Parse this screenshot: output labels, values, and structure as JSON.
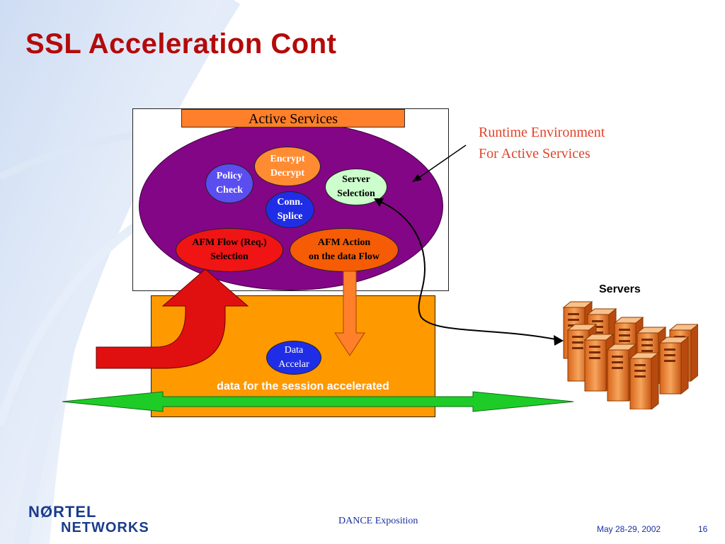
{
  "slide": {
    "title": "SSL Acceleration Cont"
  },
  "diagram": {
    "active_services_label": "Active Services",
    "bubbles": {
      "encrypt": "Encrypt\nDecrypt",
      "policy": "Policy\nCheck",
      "server_selection": "Server\nSelection",
      "conn_splice": "Conn.\nSplice",
      "afm_flow": "AFM Flow (Req.)\nSelection",
      "afm_action": "AFM Action\non the data Flow",
      "data_accel": "Data\nAccelar"
    },
    "session_text": "data for the session accelerated",
    "runtime_note": "Runtime Environment\nFor Active Services",
    "servers_label": "Servers"
  },
  "footer": {
    "center": "DANCE Exposition",
    "date": "May 28-29,  2002",
    "page": "16",
    "logo_top": "NØRTEL",
    "logo_bottom": "NETWORKS"
  },
  "colors": {
    "title": "#b40a0a",
    "ellipse": "#830686",
    "orange_box": "#ff9900",
    "arrow_green": "#1ecc28",
    "arrow_red": "#e01010",
    "runtime_text": "#e0442a"
  }
}
